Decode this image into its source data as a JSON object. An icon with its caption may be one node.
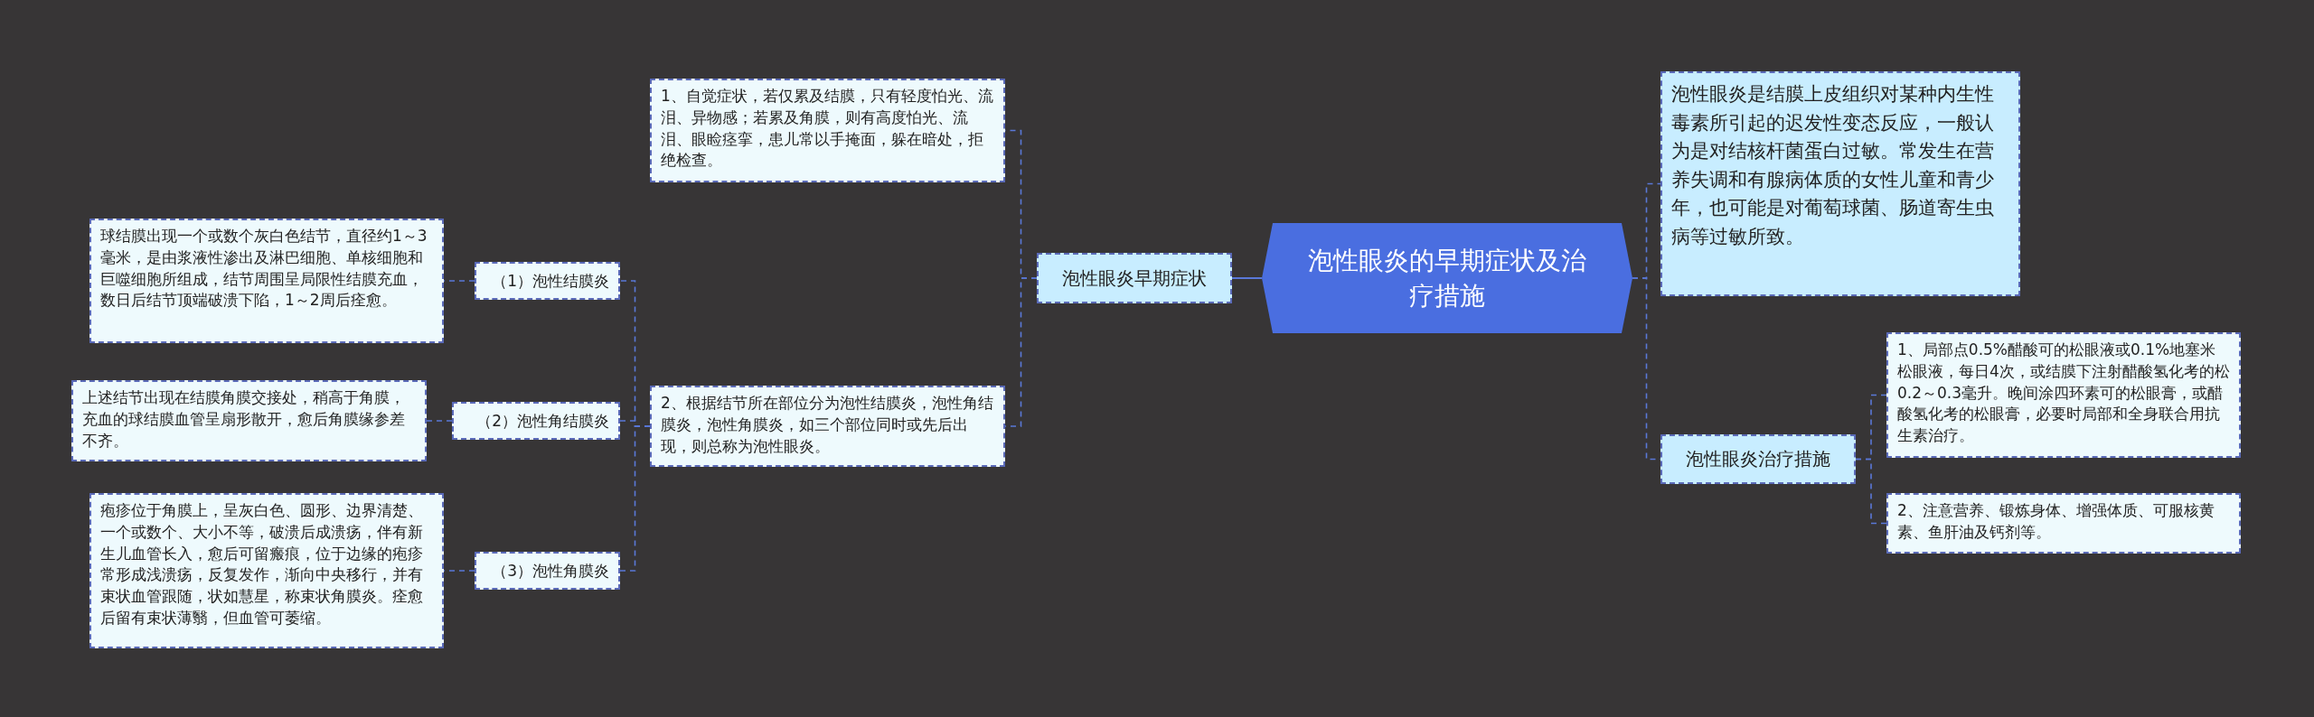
{
  "diagram": {
    "nodes": [
      {
        "text": [
          "泡性眼炎的早期症状及治疗措施"
        ]
      },
      {
        "text": [
          "泡性眼炎早期症状"
        ]
      },
      {
        "text": [
          "1、自觉症状，若仅累及结膜，只有轻度怕光、流泪、异物感；若累及角膜，则有高度怕光、流泪、眼睑痉挛，患儿常以手掩面，躲在暗处，拒绝检查。"
        ]
      },
      {
        "text": [
          "2、根据结节所在部位分为泡性结膜炎，泡性角结膜炎，泡性角膜炎，如三个部位同时或先后出现，则总称为泡性眼炎。"
        ]
      },
      {
        "text": [
          "（1）泡性结膜炎"
        ]
      },
      {
        "text": [
          "球结膜出现一个或数个灰白色结节，直径约1～3毫米，是由浆液性渗出及淋巴细胞、单核细胞和巨噬细胞所组成，结节周围呈局限性结膜充血，数日后结节顶端破溃下陷，1～2周后痊愈。"
        ]
      },
      {
        "text": [
          "（2）泡性角结膜炎"
        ]
      },
      {
        "text": [
          "上述结节出现在结膜角膜交接处，稍高于角膜，充血的球结膜血管呈扇形散开，愈后角膜缘参差不齐。"
        ]
      },
      {
        "text": [
          "（3）泡性角膜炎"
        ]
      },
      {
        "text": [
          "疱疹位于角膜上，呈灰白色、圆形、边界清楚、一个或数个、大小不等，破溃后成溃疡，伴有新生儿血管长入，愈后可留瘢痕，位于边缘的疱疹常形成浅溃疡，反复发作，渐向中央移行，并有束状血管跟随，状如慧星，称束状角膜炎。痊愈后留有束状薄翳，但血管可萎缩。"
        ]
      },
      {
        "text": [
          "泡性眼炎是结膜上皮组织对某种内生性毒素所引起的迟发性变态反应，一般认为是对结核杆菌蛋白过敏。常发生在营养失调和有腺病体质的女性儿童和青少年，也可能是对葡萄球菌、肠道寄生虫病等过敏所致。"
        ]
      },
      {
        "text": [
          "泡性眼炎治疗措施"
        ]
      },
      {
        "text": [
          "1、局部点0.5%醋酸可的松眼液或0.1%地塞米松眼液，每日4次，或结膜下注射醋酸氢化考的松0.2～0.3毫升。晚间涂四环素可的松眼膏，或醋酸氢化考的松眼膏，必要时局部和全身联合用抗生素治疗。"
        ]
      },
      {
        "text": [
          "2、注意营养、锻炼身体、增强体质、可服核黄素、鱼肝油及钙剂等。"
        ]
      }
    ],
    "edges": [
      {
        "from": 0,
        "to": 1,
        "arrow": "none"
      },
      {
        "from": 1,
        "to": 2,
        "arrow": "none",
        "style": "dashed"
      },
      {
        "from": 1,
        "to": 3,
        "arrow": "none",
        "style": "dashed"
      },
      {
        "from": 3,
        "to": 4,
        "arrow": "none",
        "style": "dashed"
      },
      {
        "from": 4,
        "to": 5,
        "arrow": "none",
        "style": "dashed"
      },
      {
        "from": 3,
        "to": 6,
        "arrow": "none",
        "style": "dashed"
      },
      {
        "from": 6,
        "to": 7,
        "arrow": "none",
        "style": "dashed"
      },
      {
        "from": 3,
        "to": 8,
        "arrow": "none",
        "style": "dashed"
      },
      {
        "from": 8,
        "to": 9,
        "arrow": "none",
        "style": "dashed"
      },
      {
        "from": 0,
        "to": 10,
        "arrow": "none",
        "style": "dashed"
      },
      {
        "from": 0,
        "to": 11,
        "arrow": "none",
        "style": "dashed"
      },
      {
        "from": 11,
        "to": 12,
        "arrow": "none",
        "style": "dashed"
      },
      {
        "from": 11,
        "to": 13,
        "arrow": "none",
        "style": "dashed"
      }
    ]
  }
}
